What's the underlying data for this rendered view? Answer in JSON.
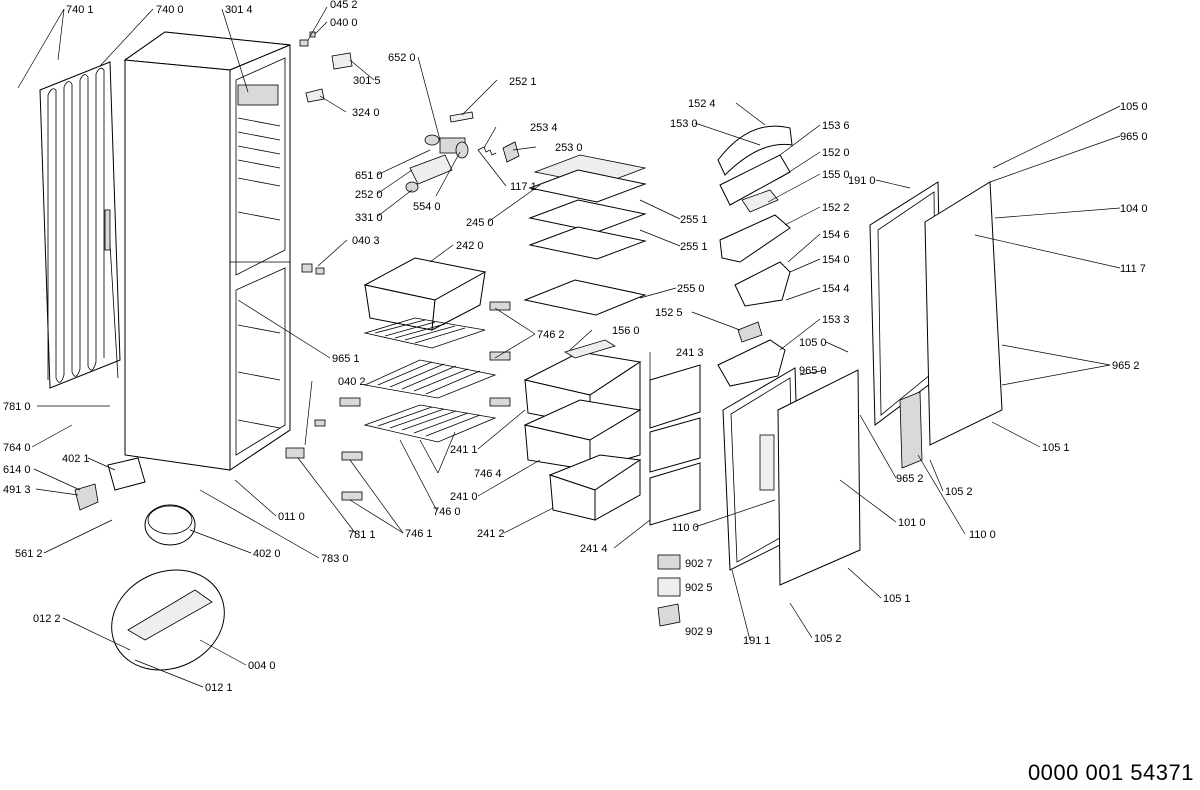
{
  "document_number": "0000 001 54371",
  "labels": {
    "l_740_1": "740 1",
    "l_740_0": "740 0",
    "l_301_4": "301 4",
    "l_045_2": "045 2",
    "l_040_0": "040 0",
    "l_652_0": "652 0",
    "l_301_5": "301 5",
    "l_252_1": "252 1",
    "l_324_0": "324 0",
    "l_253_4": "253 4",
    "l_651_0": "651 0",
    "l_253_0": "253 0",
    "l_252_0": "252 0",
    "l_117_1": "117 1",
    "l_331_0": "331 0",
    "l_554_0": "554 0",
    "l_245_0": "245 0",
    "l_255_1a": "255 1",
    "l_255_1b": "255 1",
    "l_040_3": "040 3",
    "l_242_0": "242 0",
    "l_255_0": "255 0",
    "l_152_4": "152 4",
    "l_153_0": "153 0",
    "l_153_6": "153 6",
    "l_152_0": "152 0",
    "l_155_0": "155 0",
    "l_152_2": "152 2",
    "l_154_6": "154 6",
    "l_154_0": "154 0",
    "l_154_4": "154 4",
    "l_152_5": "152 5",
    "l_153_3": "153 3",
    "l_191_0": "191 0",
    "l_105_0a": "105 0",
    "l_965_0a": "965 0",
    "l_104_0": "104 0",
    "l_111_7": "111 7",
    "l_965_2a": "965 2",
    "l_105_1a": "105 1",
    "l_105_0b": "105 0",
    "l_965_0b": "965 0",
    "l_965_2b": "965 2",
    "l_105_2a": "105 2",
    "l_110_0a": "110 0",
    "l_101_0": "101 0",
    "l_110_0b": "110 0",
    "l_105_1b": "105 1",
    "l_105_2b": "105 2",
    "l_191_1": "191 1",
    "l_746_2": "746 2",
    "l_156_0": "156 0",
    "l_241_3": "241 3",
    "l_965_1": "965 1",
    "l_040_2": "040 2",
    "l_241_1": "241 1",
    "l_746_4": "746 4",
    "l_241_0": "241 0",
    "l_746_0": "746 0",
    "l_241_2": "241 2",
    "l_241_4": "241 4",
    "l_746_1": "746 1",
    "l_781_0": "781 0",
    "l_764_0": "764 0",
    "l_402_1": "402 1",
    "l_614_0": "614 0",
    "l_491_3": "491 3",
    "l_561_2": "561 2",
    "l_011_0": "011 0",
    "l_781_1": "781 1",
    "l_402_0": "402 0",
    "l_783_0": "783 0",
    "l_012_2": "012 2",
    "l_004_0": "004 0",
    "l_012_1": "012 1",
    "l_902_7": "902 7",
    "l_902_5": "902 5",
    "l_902_9": "902 9"
  }
}
